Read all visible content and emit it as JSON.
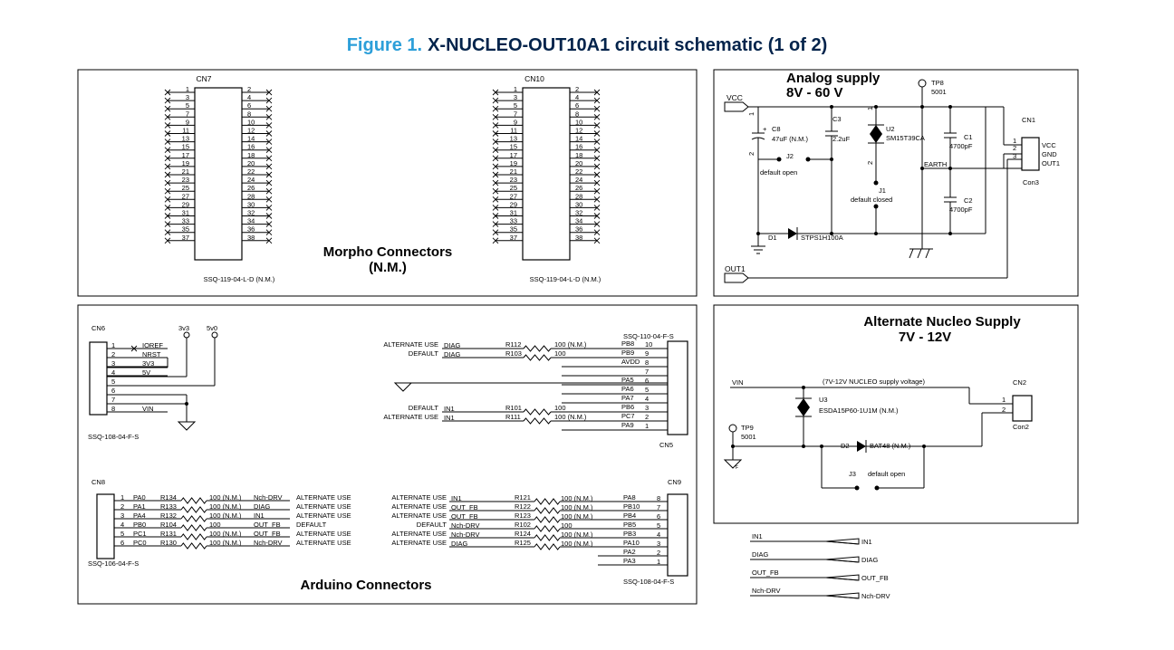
{
  "title": {
    "prefix": "Figure 1.",
    "main": "X-NUCLEO-OUT10A1 circuit schematic (1 of 2)"
  },
  "morpho": {
    "section_label_1": "Morpho Connectors",
    "section_label_2": "(N.M.)",
    "cn7": {
      "name": "CN7",
      "part": "SSQ-119-04-L-D (N.M.)"
    },
    "cn10": {
      "name": "CN10",
      "part": "SSQ-119-04-L-D (N.M.)"
    },
    "left_pins": [
      "1",
      "3",
      "5",
      "7",
      "9",
      "11",
      "13",
      "15",
      "17",
      "19",
      "21",
      "23",
      "25",
      "27",
      "29",
      "31",
      "33",
      "35",
      "37"
    ],
    "right_pins": [
      "2",
      "4",
      "6",
      "8",
      "10",
      "12",
      "14",
      "16",
      "18",
      "20",
      "22",
      "24",
      "26",
      "28",
      "30",
      "32",
      "34",
      "36",
      "38"
    ]
  },
  "analog": {
    "title_1": "Analog supply",
    "title_2": "8V - 60 V",
    "vcc": "VCC",
    "out1": "OUT1",
    "tp8": "TP8",
    "tp8_val": "5001",
    "c8": "C8",
    "c8_val": "47uF (N.M.)",
    "c8_plus": "+",
    "c3": "C3",
    "c3_val": "2.2uF",
    "u2": "U2",
    "u2_val": "SM15T39CA",
    "c1": "C1",
    "c1_val": "4700pF",
    "c2": "C2",
    "c2_val": "4700pF",
    "earth": "EARTH",
    "j2": "J2",
    "j2_note": "default open",
    "j1": "J1",
    "j1_note": "default closed",
    "d1": "D1",
    "d1_val": "STPS1H100A",
    "cn1": "CN1",
    "cn1_pins": [
      "1",
      "2",
      "3"
    ],
    "cn1_labels": [
      "VCC",
      "GND",
      "OUT1"
    ],
    "cn1_part": "Con3",
    "pin_1": "1",
    "pin_2": "2"
  },
  "alt_supply": {
    "title_1": "Alternate Nucleo Supply",
    "title_2": "7V - 12V",
    "vin": "VIN",
    "note": "(7V-12V NUCLEO supply voltage)",
    "u3": "U3",
    "u3_val": "ESDA15P60-1U1M (N.M.)",
    "cn2": "CN2",
    "cn2_pins": [
      "1",
      "2"
    ],
    "cn2_part": "Con2",
    "tp9": "TP9",
    "tp9_val": "5001",
    "d2": "D2",
    "d2_val": "BAT48 (N.M.)",
    "j3": "J3",
    "j3_note": "default open"
  },
  "arduino": {
    "section_label": "Arduino Connectors",
    "cn6": {
      "name": "CN6",
      "part": "SSQ-108-04-F-S",
      "pins": [
        "1",
        "2",
        "3",
        "4",
        "5",
        "6",
        "7",
        "8"
      ],
      "labels": [
        "IOREF",
        "NRST",
        "3V3",
        "5V",
        "",
        "",
        "",
        "VIN"
      ],
      "v3v3": "3v3",
      "v5v0": "5v0"
    },
    "cn5": {
      "name": "CN5",
      "part": "SSQ-110-04-F-S",
      "pins": [
        "10",
        "9",
        "8",
        "7",
        "6",
        "5",
        "4",
        "3",
        "2",
        "1"
      ],
      "labels": [
        "PB8",
        "PB9",
        "AVDD",
        "",
        "PA5",
        "PA6",
        "PA7",
        "PB6",
        "PC7",
        "PA9"
      ],
      "rows": [
        {
          "use": "ALTERNATE USE",
          "net": "DIAG",
          "ref": "R112",
          "val": "100 (N.M.)"
        },
        {
          "use": "DEFAULT",
          "net": "DIAG",
          "ref": "R103",
          "val": "100"
        },
        {
          "use": "DEFAULT",
          "net": "IN1",
          "ref": "R101",
          "val": "100"
        },
        {
          "use": "ALTERNATE USE",
          "net": "IN1",
          "ref": "R111",
          "val": "100 (N.M.)"
        }
      ]
    },
    "cn8": {
      "name": "CN8",
      "part": "SSQ-106-04-F-S",
      "pins": [
        "1",
        "2",
        "3",
        "4",
        "5",
        "6"
      ],
      "ports": [
        "PA0",
        "PA1",
        "PA4",
        "PB0",
        "PC1",
        "PC0"
      ],
      "refs": [
        "R134",
        "R133",
        "R132",
        "R104",
        "R131",
        "R130"
      ],
      "vals": [
        "100 (N.M.)",
        "100 (N.M.)",
        "100 (N.M.)",
        "100",
        "100 (N.M.)",
        "100 (N.M.)"
      ],
      "nets": [
        "Nch-DRV",
        "DIAG",
        "IN1",
        "OUT_FB",
        "OUT_FB",
        "Nch-DRV"
      ],
      "uses": [
        "ALTERNATE USE",
        "ALTERNATE USE",
        "ALTERNATE USE",
        "DEFAULT",
        "ALTERNATE USE",
        "ALTERNATE USE"
      ]
    },
    "cn9": {
      "name": "CN9",
      "part": "SSQ-108-04-F-S",
      "pins": [
        "8",
        "7",
        "6",
        "5",
        "4",
        "3",
        "2",
        "1"
      ],
      "ports": [
        "PA8",
        "PB10",
        "PB4",
        "PB5",
        "PB3",
        "PA10",
        "PA2",
        "PA3"
      ],
      "uses": [
        "ALTERNATE USE",
        "ALTERNATE USE",
        "ALTERNATE USE",
        "DEFAULT",
        "ALTERNATE USE",
        "ALTERNATE USE"
      ],
      "nets": [
        "IN1",
        "OUT_FB",
        "OUT_FB",
        "Nch-DRV",
        "Nch-DRV",
        "DIAG"
      ],
      "refs": [
        "R121",
        "R122",
        "R123",
        "R102",
        "R124",
        "R125"
      ],
      "vals": [
        "100 (N.M.)",
        "100 (N.M.)",
        "100 (N.M.)",
        "100",
        "100 (N.M.)",
        "100 (N.M.)"
      ]
    }
  },
  "net_ports": [
    {
      "in": "IN1",
      "out": "IN1"
    },
    {
      "in": "DIAG",
      "out": "DIAG"
    },
    {
      "in": "OUT_FB",
      "out": "OUT_FB"
    },
    {
      "in": "Nch-DRV",
      "out": "Nch-DRV"
    }
  ]
}
